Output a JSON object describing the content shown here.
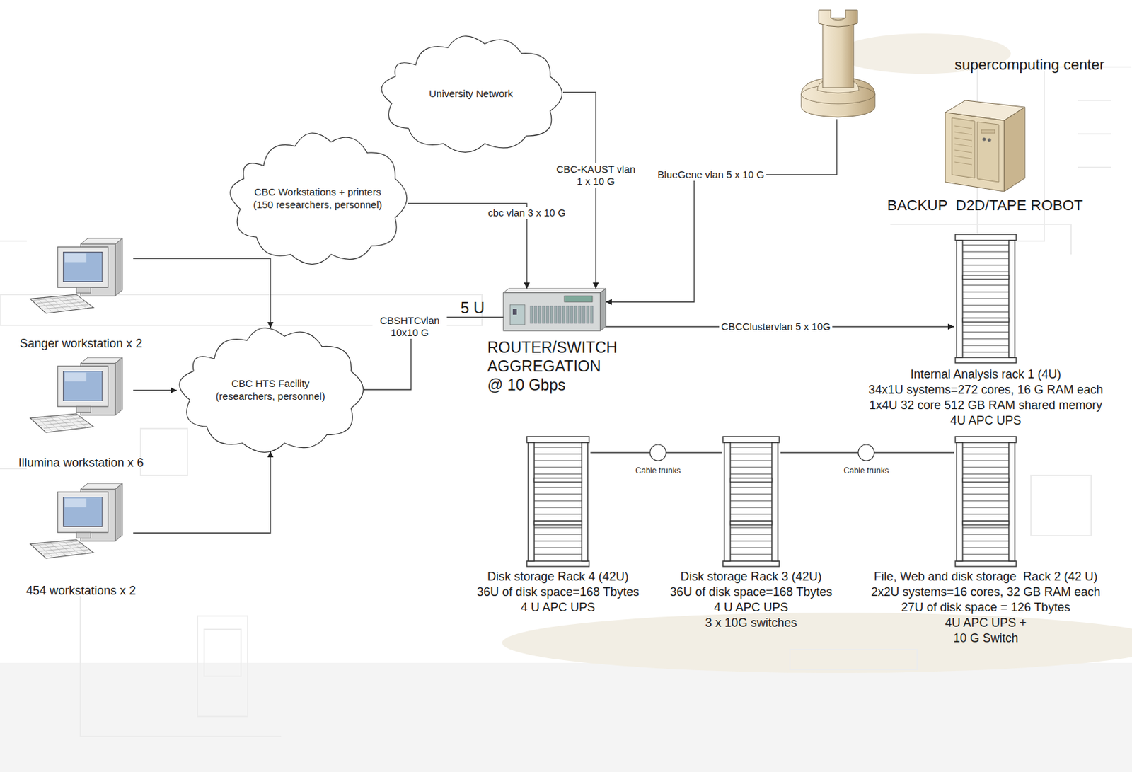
{
  "diagram": {
    "nodes": [
      {
        "text": [
          "University Network"
        ]
      },
      {
        "text": [
          "CBC Workstations + printers",
          "(150 researchers, personnel)"
        ]
      },
      {
        "text": [
          "Sanger workstation x 2"
        ]
      },
      {
        "text": [
          "Illumina workstation x 6"
        ]
      },
      {
        "text": [
          "454 workstations x 2"
        ]
      },
      {
        "text": [
          "CBC HTS Facility",
          "(researchers, personnel)"
        ]
      },
      {
        "text": [
          "5 U",
          "ROUTER/SWITCH",
          "AGGREGATION",
          "@ 10 Gbps"
        ]
      },
      {
        "text": [
          "supercomputing center"
        ]
      },
      {
        "text": [
          "BACKUP  D2D/TAPE ROBOT"
        ]
      },
      {
        "text": [
          "Internal Analysis rack 1 (4U)",
          "34x1U systems=272 cores, 16 G RAM each",
          "1x4U 32 core 512 GB RAM shared memory",
          "4U APC UPS"
        ]
      },
      {
        "text": [
          "Disk storage Rack 4 (42U)",
          "36U of disk space=168 Tbytes",
          "4 U APC UPS"
        ]
      },
      {
        "text": [
          "Disk storage Rack 3 (42U)",
          "36U of disk space=168 Tbytes",
          "4 U APC UPS",
          "3 x 10G switches"
        ]
      },
      {
        "text": [
          "File, Web and disk storage  Rack 2 (42 U)",
          "2x2U systems=16 cores, 32 GB RAM each",
          "27U of disk space = 126 Tbytes",
          "4U APC UPS +",
          "10 G Switch"
        ]
      }
    ],
    "edges": [
      {
        "from": 0,
        "to": 6,
        "label": "CBC-KAUST vlan 1 x 10 G",
        "arrow": "to"
      },
      {
        "from": 1,
        "to": 6,
        "label": "cbc vlan 3 x 10 G",
        "arrow": "to"
      },
      {
        "from": 7,
        "to": 6,
        "label": "BlueGene vlan 5 x 10 G",
        "arrow": "to"
      },
      {
        "from": 5,
        "to": 6,
        "label": "CBSHTCvlan 10x10 G",
        "arrow": "none"
      },
      {
        "from": 6,
        "to": 9,
        "label": "CBCClustervlan 5 x 10G",
        "arrow": "to"
      },
      {
        "from": 2,
        "to": 5,
        "arrow": "to"
      },
      {
        "from": 3,
        "to": 5,
        "arrow": "to"
      },
      {
        "from": 4,
        "to": 5,
        "arrow": "to"
      },
      {
        "from": 10,
        "to": 11,
        "label": "Cable trunks",
        "arrow": "none"
      },
      {
        "from": 11,
        "to": 12,
        "label": "Cable trunks",
        "arrow": "none"
      }
    ]
  }
}
